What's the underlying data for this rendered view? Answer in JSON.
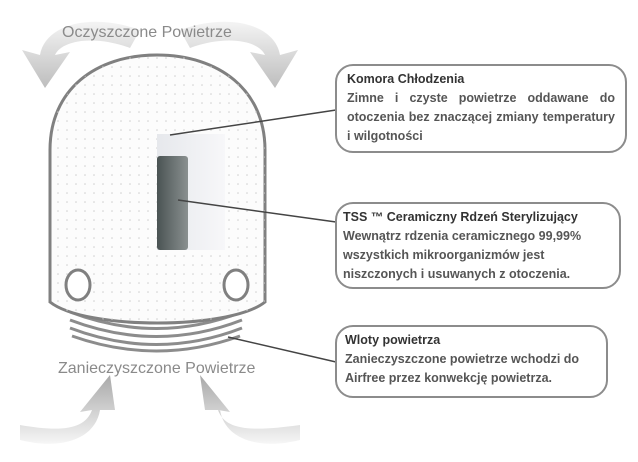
{
  "labels": {
    "top": "Oczyszczone Powietrze",
    "bottom": "Zanieczyszczone Powietrze"
  },
  "callouts": [
    {
      "title": "Komora Chłodzenia",
      "body": "Zimne i czyste powietrze oddawane do otoczenia bez znaczącej zmiany temperatury i wilgotności"
    },
    {
      "title": "TSS ™ Ceramiczny Rdzeń Sterylizujący",
      "body": "Wewnątrz rdzenia ceramicznego 99,99% wszystkich mikroorganizmów jest niszczonych i usuwanych z otoczenia."
    },
    {
      "title": "Wloty powietrza",
      "body": "Zanieczyszczone powietrze wchodzi do Airfree przez konwekcję powietrza."
    }
  ]
}
